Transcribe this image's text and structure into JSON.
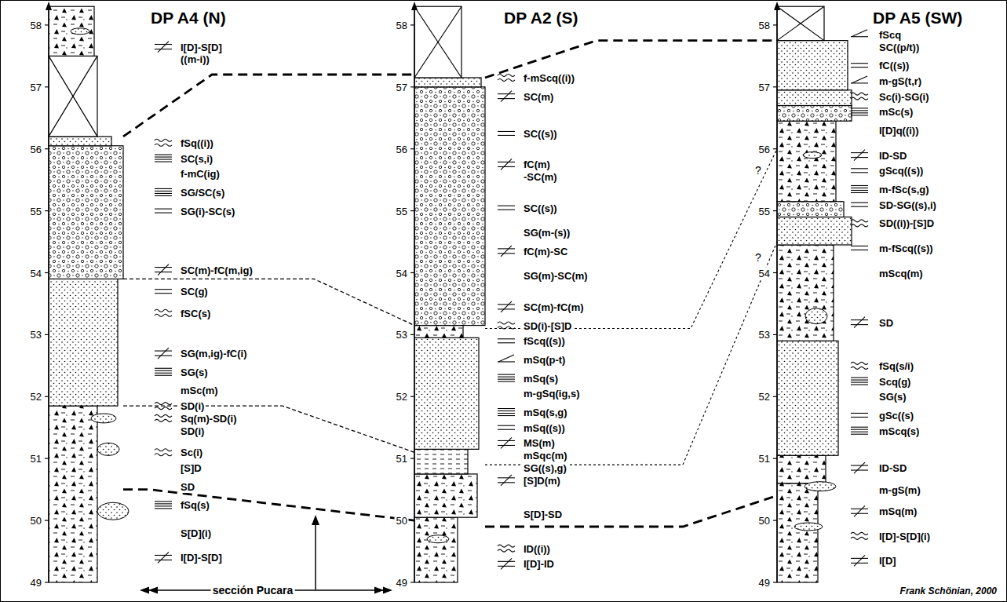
{
  "diagram": {
    "nodes": [
      {
        "text": [
          "DP A4 (N)"
        ]
      },
      {
        "text": [
          "DP A2 (S)"
        ]
      },
      {
        "text": [
          "DP A5 (SW)"
        ]
      }
    ],
    "edges": [
      {
        "from": 0,
        "to": 1,
        "arrow": "none"
      },
      {
        "from": 0,
        "to": 1,
        "arrow": "none"
      },
      {
        "from": 0,
        "to": 1,
        "arrow": "none"
      },
      {
        "from": 0,
        "to": 1,
        "arrow": "none"
      },
      {
        "from": 1,
        "to": 2,
        "arrow": "none"
      },
      {
        "from": 1,
        "to": 2,
        "arrow": "none",
        "label": "?"
      },
      {
        "from": 1,
        "to": 2,
        "arrow": "none",
        "label": "?"
      },
      {
        "from": 1,
        "to": 2,
        "arrow": "none"
      }
    ],
    "labels": [
      "58",
      "57",
      "56",
      "55",
      "54",
      "53",
      "52",
      "51",
      "50",
      "49",
      "I[D]-S[D]",
      "((m-i))",
      "fSq((i))",
      "SC(s,i)",
      "f-mC(ig)",
      "SG/SC(s)",
      "SG(i)-SC(s)",
      "SC(m)-fC(m,ig)",
      "SC(g)",
      "fSC(s)",
      "SG(m,ig)-fC(i)",
      "SG(s)",
      "mSc(m)",
      "SD(i)",
      "Sq(m)-SD(i)",
      "SD(i)",
      "Sc(i)",
      "[S]D",
      "SD",
      "fSq(s)",
      "S[D](i)",
      "I[D]-S[D]",
      "58",
      "57",
      "56",
      "55",
      "54",
      "53",
      "52",
      "51",
      "50",
      "49",
      "f-mScq((i))",
      "SC(m)",
      "SC((s))",
      "fC(m)",
      "-SC(m)",
      "SC((s))",
      "SG(m-(s))",
      "fC(m)-SC",
      "SG(m)-SC(m)",
      "SC(m)-fC(m)",
      "SD(i)-[S]D",
      "fScq((s))",
      "mSq(p-t)",
      "mSq(s)",
      "m-gSq(ig,s)",
      "mSq(s,g)",
      "mSq((s))",
      "MS(m)",
      "mSqc(m)",
      "SG((s),g)",
      "[S]D(m)",
      "S[D]-SD",
      "ID((i))",
      "I[D]-ID",
      "58",
      "57",
      "56",
      "55",
      "54",
      "53",
      "52",
      "51",
      "50",
      "49",
      "fScq",
      "SC((p/t))",
      "fC((s))",
      "m-gS(t,r)",
      "Sc(i)-SG(i)",
      "mSc(s)",
      "I[D]q((i))",
      "ID-SD",
      "gScq((s))",
      "m-fSc(s,g)",
      "SD-SG((s),i)",
      "SD((i))-[S]D",
      "m-fScq((s))",
      "mScq(m)",
      "SD",
      "fSq(s/i)",
      "Scq(g)",
      "SG(s)",
      "gSc((s)",
      "mScq(s)",
      "ID-SD",
      "m-gS(m)",
      "mSq(m)",
      "I[D]-S[D](i)",
      "I[D]",
      "sección Pucara",
      "Frank Schönian, 2000"
    ]
  }
}
